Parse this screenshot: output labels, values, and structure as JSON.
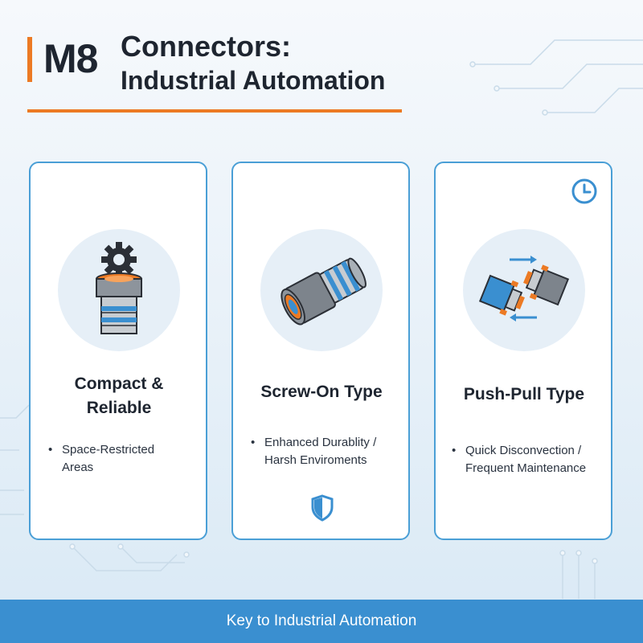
{
  "header": {
    "title_prefix": "M8",
    "title_line1": "Connectors:",
    "title_line2": "Industrial Automation"
  },
  "cards": [
    {
      "title_line1": "Compact &",
      "title_line2": "Reliable",
      "bullet_line1": "Space-Restricted",
      "bullet_line2": "Areas",
      "icon": "gear-connector-icon"
    },
    {
      "title": "Screw-On Type",
      "bullet_line1": "Enhanced Durablity /",
      "bullet_line2": "Harsh Enviroments",
      "icon": "screw-connector-icon",
      "badge_icon": "shield-icon"
    },
    {
      "title": "Push-Pull Type",
      "bullet_line1": "Quick Disconvection /",
      "bullet_line2": "Frequent Maintenance",
      "icon": "push-pull-connector-icon",
      "badge_icon": "clock-icon"
    }
  ],
  "footer": {
    "text": "Key to Industrial Automation"
  },
  "colors": {
    "accent": "#ec7a24",
    "primary": "#3a8fd0",
    "card_border": "#4a9fd6",
    "text": "#1e2530"
  }
}
